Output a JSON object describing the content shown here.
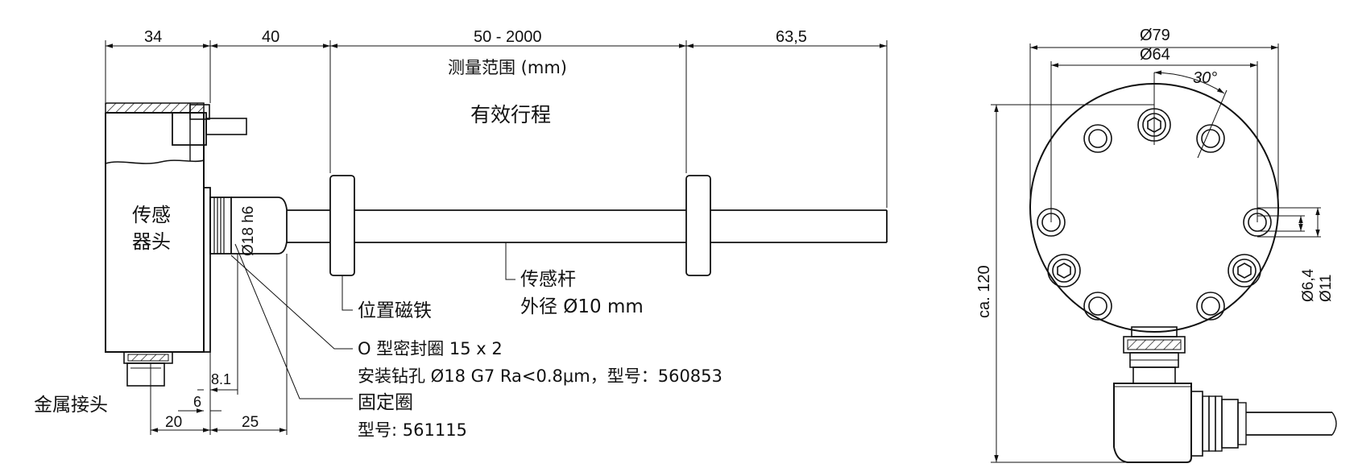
{
  "dimensions": {
    "head_width": "34",
    "flange_offset": "40",
    "stroke_range": "50 - 2000",
    "rod_end": "63,5",
    "dim_8_1": "8.1",
    "dim_6": "6",
    "dim_20": "20",
    "dim_25": "25",
    "neck_dia": "Ø18 h6",
    "outer_dia": "Ø79",
    "bolt_circle": "Ø64",
    "angle": "30°",
    "height": "ca. 120",
    "hole_small": "Ø6,4",
    "hole_large": "Ø11"
  },
  "labels": {
    "measure_range": "测量范围 (mm)",
    "effective_stroke": "有效行程",
    "sensor_head_1": "传感",
    "sensor_head_2": "器头",
    "sensor_rod_1": "传感杆",
    "sensor_rod_2": "外径 Ø10 mm",
    "position_magnet": "位置磁铁",
    "oring_1": "O 型密封圈 15 x 2",
    "oring_2": "安装钻孔 Ø18 G7 Ra<0.8μm，型号：560853",
    "fixing_ring_1": "固定圈",
    "fixing_ring_2": "型号: 561115",
    "metal_connector": "金属接头"
  }
}
